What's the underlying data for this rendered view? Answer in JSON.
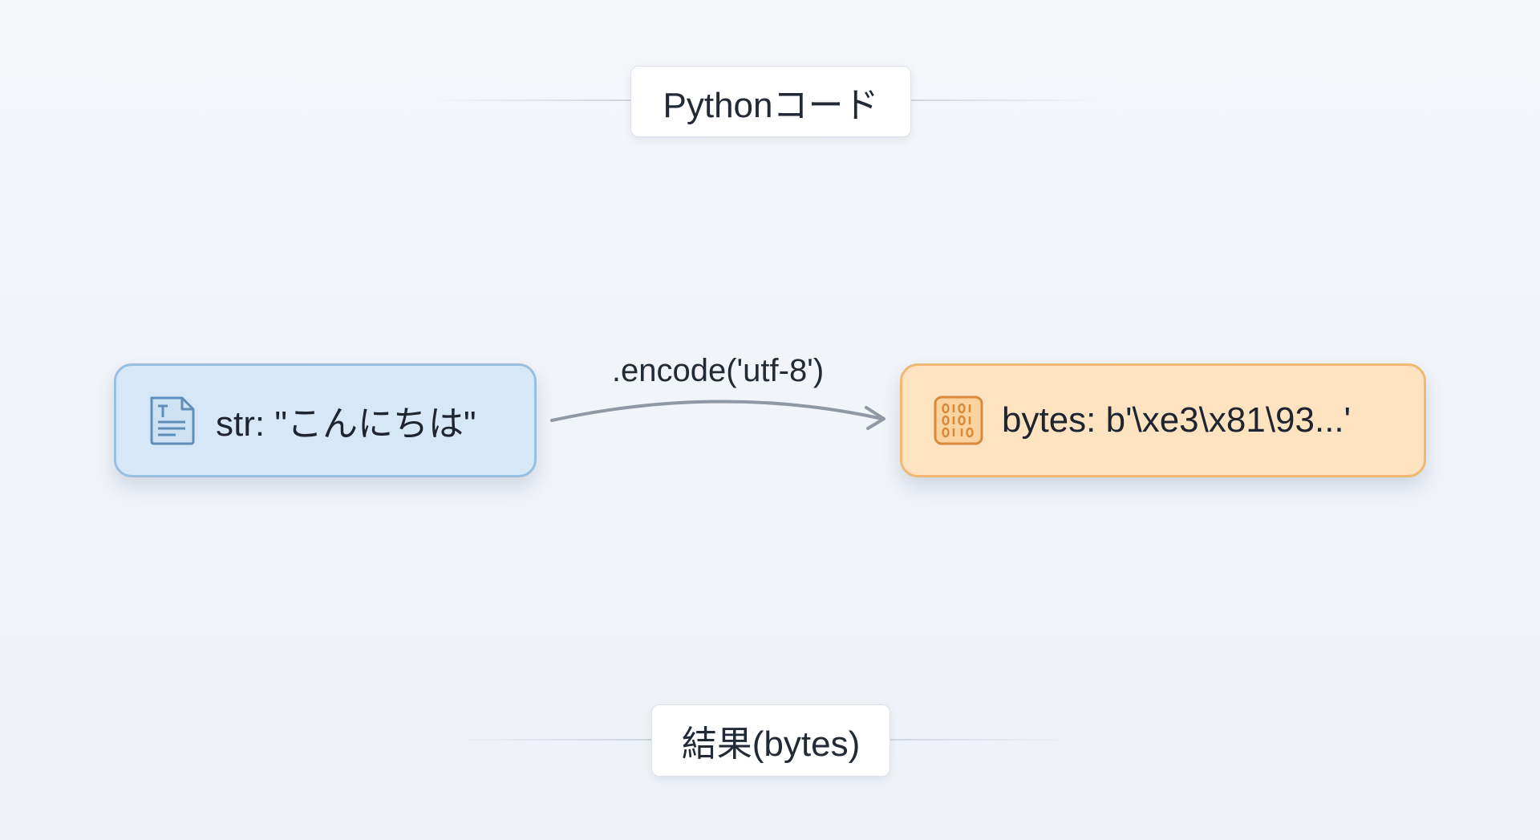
{
  "top_label": "Pythonコード",
  "source_node": {
    "text": "str: \"こんにちは\"",
    "icon": "text-document-icon"
  },
  "edge_label": ".encode('utf-8')",
  "target_node": {
    "text": "bytes: b'\\xe3\\x81\\93...'",
    "icon": "binary-icon"
  },
  "bottom_label": "結果(bytes)",
  "colors": {
    "str_fill": "#d6e8f8",
    "str_border": "#97bfe2",
    "bytes_fill": "#fde3c0",
    "bytes_border": "#f0b873",
    "arrow": "#8f98a4"
  }
}
